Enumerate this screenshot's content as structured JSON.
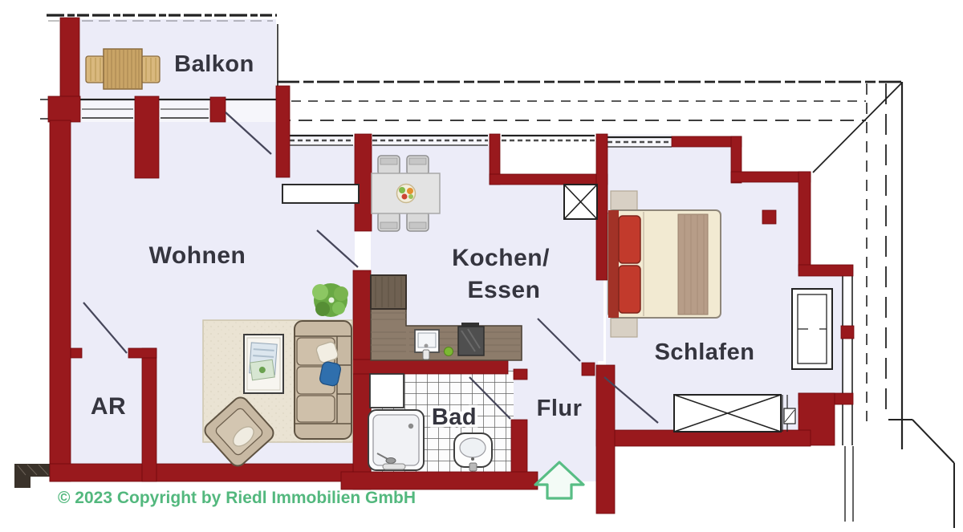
{
  "floorplan": {
    "rooms": {
      "balkon": {
        "label": "Balkon"
      },
      "wohnen": {
        "label": "Wohnen"
      },
      "ar": {
        "label": "AR"
      },
      "kochen_essen": {
        "line1": "Kochen/",
        "line2": "Essen"
      },
      "bad": {
        "label": "Bad"
      },
      "flur": {
        "label": "Flur"
      },
      "schlafen": {
        "label": "Schlafen"
      }
    },
    "copyright": "© 2023 Copyright by Riedl Immobilien GmbH",
    "colors": {
      "wall": "#99191d",
      "room_fill": "#ececf8",
      "band_fill": "#f6f6fb",
      "label_text": "#35353f",
      "outline": "#222222",
      "door_swing": "#46465a",
      "copyright_text": "#53b87e",
      "entrance_arrow_stroke": "#58bd85",
      "entrance_arrow_fill": "#f3fbf6"
    }
  }
}
